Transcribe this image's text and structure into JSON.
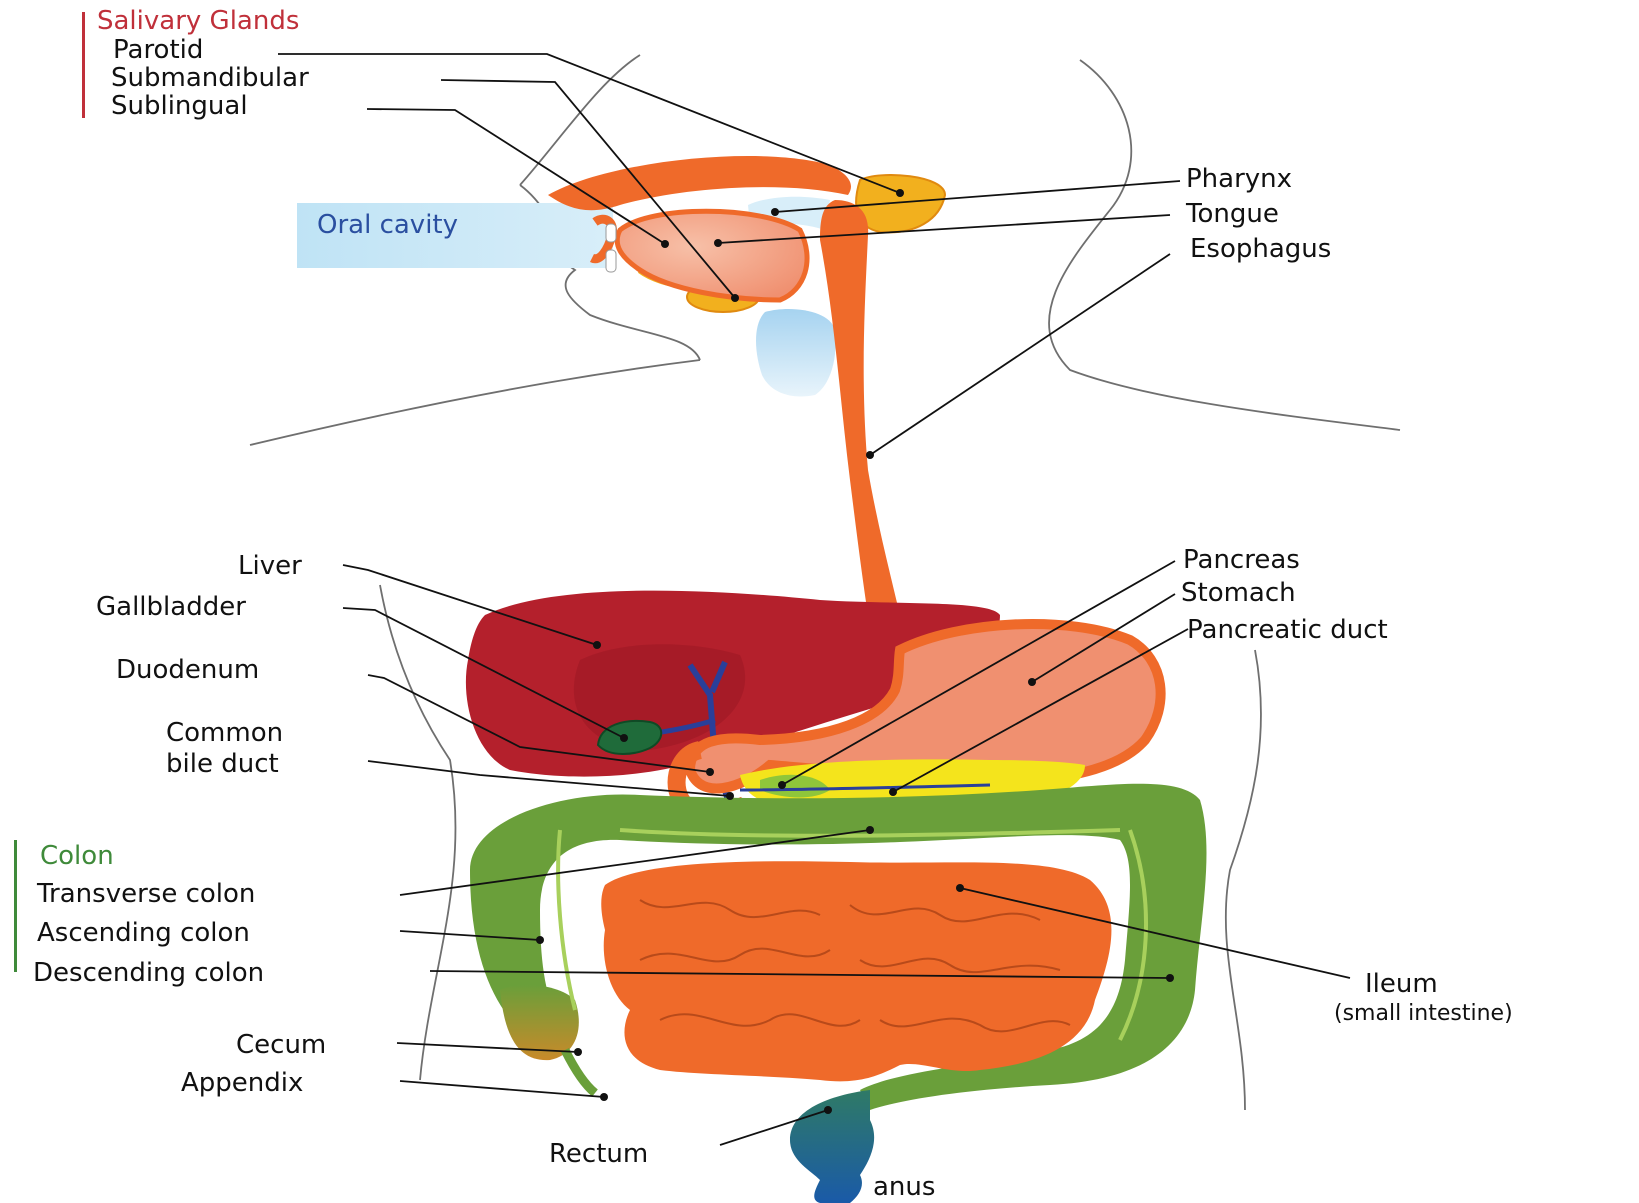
{
  "diagram": {
    "salivary": {
      "group_title": "Salivary Glands",
      "group_color": "#c0303a",
      "parotid": "Parotid",
      "submandibular": "Submandibular",
      "sublingual": "Sublingual"
    },
    "oral_cavity": {
      "label": "Oral cavity",
      "color": "#2a4fa0",
      "box_color": "#bfe3f5"
    },
    "right_upper": {
      "pharynx": "Pharynx",
      "tongue": "Tongue",
      "esophagus": "Esophagus"
    },
    "left_middle": {
      "liver": "Liver",
      "gallbladder": "Gallbladder",
      "duodenum": "Duodenum",
      "common_bile_duct_line1": "Common",
      "common_bile_duct_line2": "bile duct"
    },
    "right_middle": {
      "pancreas": "Pancreas",
      "stomach": "Stomach",
      "pancreatic_duct": "Pancreatic duct"
    },
    "colon": {
      "group_title": "Colon",
      "group_color": "#3f8a3a",
      "transverse": "Transverse colon",
      "ascending": "Ascending colon",
      "descending": "Descending colon"
    },
    "lower": {
      "cecum": "Cecum",
      "appendix": "Appendix",
      "rectum": "Rectum",
      "anus": "anus",
      "ileum": "Ileum",
      "ileum_sub": "(small intestine)"
    },
    "colors": {
      "tract_orange": "#ef6a2a",
      "liver_red": "#b4202c",
      "gallbladder_green": "#1f6b3a",
      "colon_green": "#6a9f3a",
      "salivary_yellow": "#f2b01e",
      "pancreas_yellow": "#f4e41c",
      "bile_blue": "#2a3f9a",
      "anus_blue": "#1a5aa8"
    }
  }
}
